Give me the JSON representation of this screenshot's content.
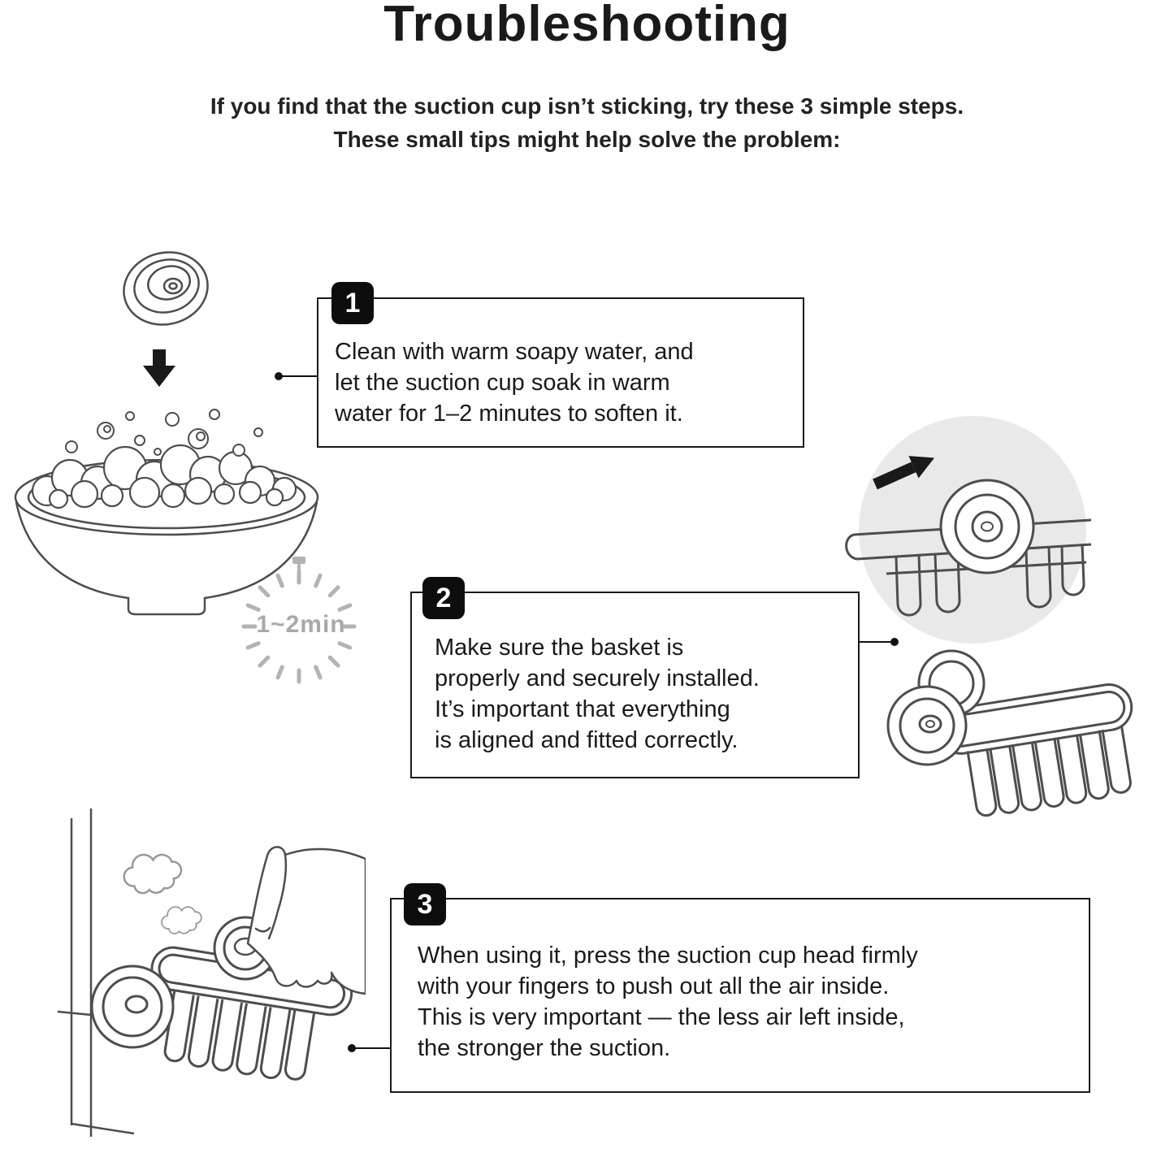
{
  "page": {
    "title": "Troubleshooting",
    "subtitle": "If you find that the suction cup isn’t sticking, try these 3 simple steps.\nThese small tips might help solve the problem:",
    "timer_label": "1~2min"
  },
  "steps": [
    {
      "number": "1",
      "text": "Clean with warm soapy water, and\nlet the suction cup soak in warm\nwater for 1–2 minutes to soften it."
    },
    {
      "number": "2",
      "text": "Make sure the basket is\nproperly and securely installed.\nIt’s important that everything\nis aligned and fitted correctly."
    },
    {
      "number": "3",
      "text": "When using it, press the suction cup head firmly\nwith your fingers to push out all the air inside.\nThis is very important — the less air left inside,\nthe stronger the suction."
    }
  ],
  "illustrations": {
    "suction_cup": "suction-cup-line-art",
    "arrow_down": "black-down-arrow",
    "soapy_bowl": "bowl-with-soap-foam-and-bubbles",
    "timer": "gray-tick-mark-timer",
    "install_closeup": "magnified-view-of-suction-cup-on-basket-rail-with-arrow",
    "installed_basket": "wire-basket-with-two-suction-cups",
    "pressing": "hand-pressing-suction-cup-head-on-wall-mounted-basket"
  },
  "colors": {
    "ink": "#1a1a1a",
    "line_art": "#4d4d4d",
    "timer_gray": "#b3b3b3",
    "zoom_background": "#e9e9e9"
  }
}
